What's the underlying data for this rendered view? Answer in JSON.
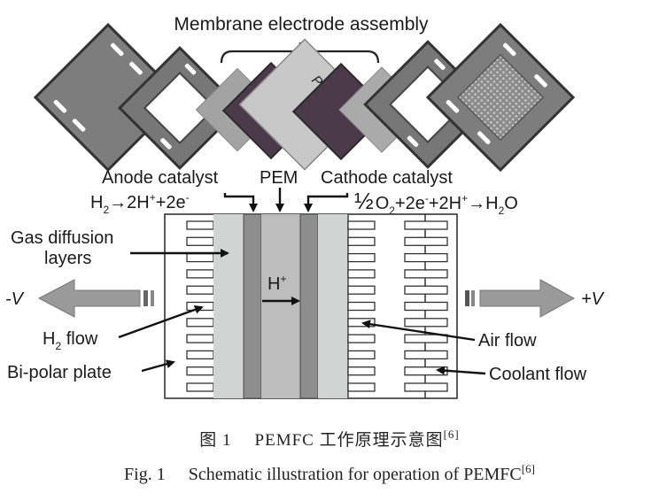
{
  "diagram": {
    "title": "Membrane electrode assembly",
    "exploded_view": {
      "pem_label": "PEM"
    },
    "labels": {
      "anode_catalyst": "Anode catalyst",
      "pem": "PEM",
      "cathode_catalyst": "Cathode catalyst",
      "gas_diffusion_1": "Gas diffusion",
      "gas_diffusion_2": "layers",
      "h2_flow_main": "H",
      "h2_flow_sub": "2",
      "h2_flow_rest": " flow",
      "bipolar_plate": "Bi-polar plate",
      "air_flow": "Air flow",
      "coolant_flow": "Coolant flow",
      "minus_v": "-V",
      "plus_v": "+V",
      "proton": "H",
      "proton_sup": "+"
    },
    "anode_reaction": {
      "a": "H",
      "a_sub": "2",
      "b": "→2H",
      "b_sup": "+",
      "c": "+2e",
      "c_sup": "-"
    },
    "cathode_reaction": {
      "half": "½",
      "o": "O",
      "o_sub": "2",
      "e": "+2e",
      "e_sup": "-",
      "h": "+2H",
      "h_sup": "+",
      "arrow": "→H",
      "w_sub": "2",
      "w": "O"
    },
    "colors": {
      "plate_gray": "#7d7d7d",
      "mea_dark": "#4a3a4a",
      "gdl": "#d2d4d4",
      "catalyst": "#8e8e8e",
      "pem": "#bdbdbd",
      "arrow_gray": "#9a9a9a"
    }
  },
  "caption": {
    "cn_prefix": "图 1",
    "cn_text": "PEMFC 工作原理示意图",
    "cn_ref": "[6]",
    "en_prefix": "Fig. 1",
    "en_text": "Schematic illustration for operation of PEMFC",
    "en_ref": "[6]"
  }
}
